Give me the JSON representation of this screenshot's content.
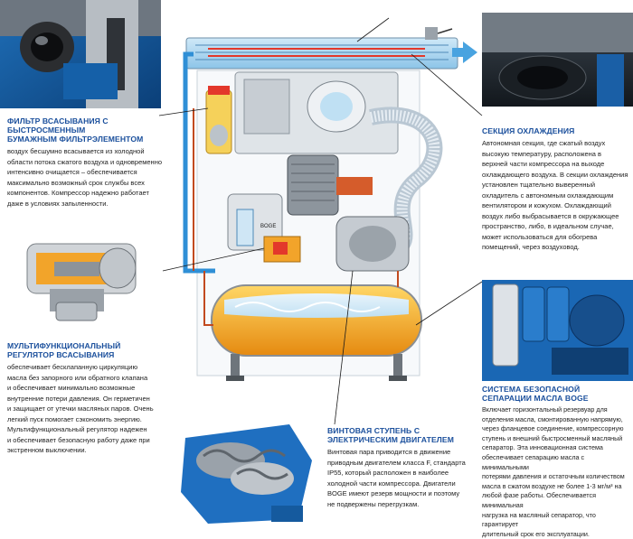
{
  "callouts": {
    "filter": {
      "title_line1": "ФИЛЬТР ВСАСЫВАНИЯ С БЫСТРОСМЕННЫМ",
      "title_line2": "БУМАЖНЫМ ФИЛЬТРЭЛЕМЕНТОМ",
      "lines": [
        "воздух бесшумно всасывается из холодной",
        "области потока сжатого воздуха и одновременно",
        "интенсивно очищается – обеспечивается",
        "максимально возможный срок службы всех",
        "компонентов. Компрессор надежно работает",
        "даже в условиях запыленности."
      ]
    },
    "regulator": {
      "title_line1": "МУЛЬТИФУНКЦИОНАЛЬНЫЙ",
      "title_line2": "РЕГУЛЯТОР ВСАСЫВАНИЯ",
      "lines": [
        "обеспечивает бесклапанную циркуляцию",
        "масла без запорного или обратного клапана",
        "и обеспечивает минимально возможные",
        "внутренние потери давления. Он герметичен",
        "и защищает от утечки масляных паров. Очень",
        "легкий пуск помогает сэкономить энергию.",
        "Мультифункциональный регулятор надежен",
        "и обеспечивает безопасную работу даже при",
        "экстренном выключении."
      ]
    },
    "cooling": {
      "title_line1": "СЕКЦИЯ ОХЛАЖДЕНИЯ",
      "lines": [
        "Автономная секция, где сжатый воздух",
        "высокую температуру, расположена в",
        "верхней части компрессора на выходе",
        "охлаждающего воздуха. В секции охлаждения",
        "установлен тщательно выверенный",
        "охладитель с автономным охлаждающим",
        "вентилятором и кожухом. Охлаждающий",
        "воздух либо выбрасывается в окружающее",
        "пространство, либо, в идеальном случае,",
        "может использоваться для обогрева",
        "помещений, через воздуховод."
      ]
    },
    "separation": {
      "title_line1": "СИСТЕМА БЕЗОПАСНОЙ",
      "title_line2": "СЕПАРАЦИИ МАСЛА BOGE",
      "lines": [
        "Включает горизонтальный резервуар для",
        "отделения масла, смонтированную напрямую,",
        "через фланцевое соединение, компрессорную",
        "ступень и внешний быстросменный масляный",
        "сепаратор. Эта инновационная система",
        "обеспечивает сепарацию масла с минимальными",
        "потерями давления и остаточным количеством",
        "масла в сжатом воздухе не более 1-3 мг/м³ на",
        "любой фазе работы. Обеспечивается минимальная",
        "нагрузка на масляный сепаратор, что гарантирует",
        "длительный срок его эксплуатации."
      ]
    },
    "screw": {
      "title_line1": "ВИНТОВАЯ СТУПЕНЬ С",
      "title_line2": "ЭЛЕКТРИЧЕСКИМ ДВИГАТЕЛЕМ",
      "lines": [
        "Винтовая пара приводится в движение",
        "приводным двигателем класса F, стандарта",
        "IP55, который расположен в наиболее",
        "холодной части компрессора. Двигатели",
        "BOGE имеют резерв мощности и поэтому",
        "не подвержены перегрузкам."
      ]
    }
  },
  "diagram": {
    "brand_label": "BOGE"
  },
  "colors": {
    "title_blue": "#1a4f9c",
    "pipe_blue": "#2f8fd6",
    "oil": "#f1a21c",
    "arrow_blue": "#49a3e0"
  }
}
